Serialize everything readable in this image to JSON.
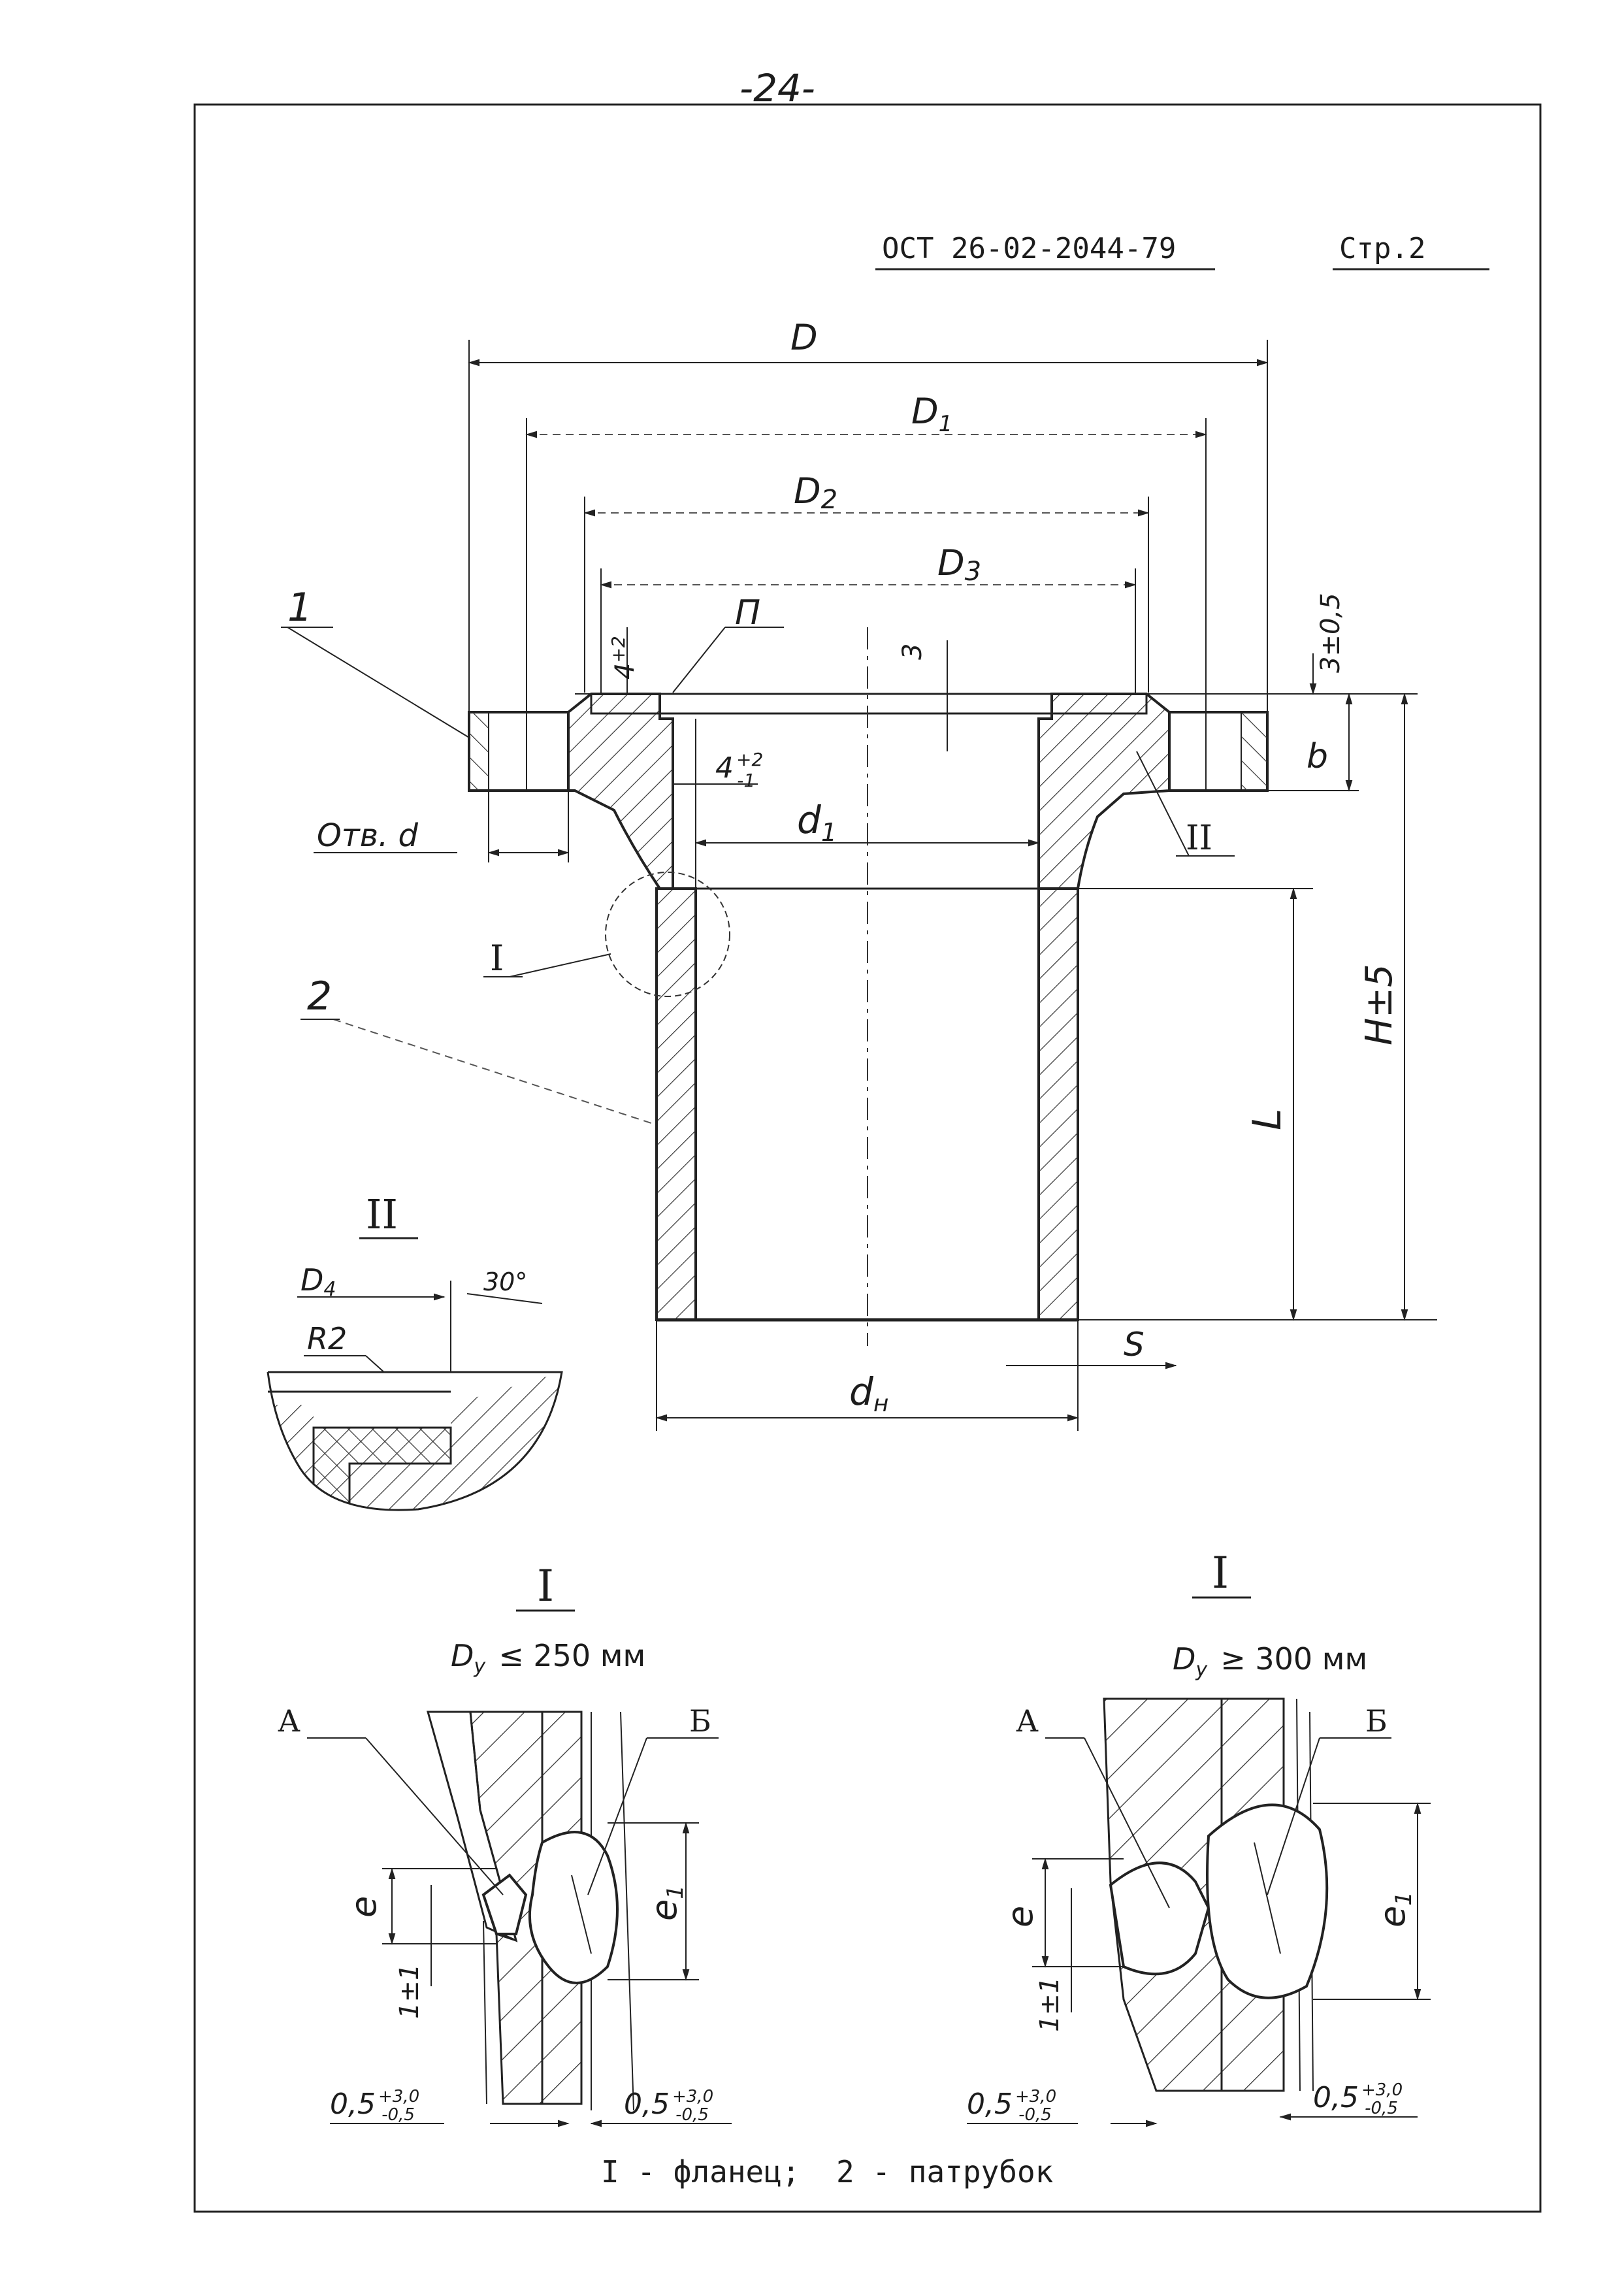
{
  "page_number": "-24-",
  "header": {
    "doc_code": "ОСТ 26-02-2044-79",
    "page_label": "Стр.2"
  },
  "main_view": {
    "dims": {
      "D": "D",
      "D1": "D",
      "D1_sub": "1",
      "D2": "D",
      "D2_sub": "2",
      "D3": "D",
      "D3_sub": "3",
      "four_top": "4",
      "four_top_tol": "+2",
      "four_right": "4",
      "four_right_tol_upper": "+2",
      "four_right_tol_lower": "-1",
      "P": "П",
      "three": "3",
      "three_half": "3±0,5",
      "b": "b",
      "d1": "d",
      "d1_sub": "1",
      "hole_d": "Отв. d",
      "H": "H±5",
      "L": "L",
      "dn": "d",
      "dn_sub": "н",
      "S": "S"
    },
    "callouts": {
      "flange_num": "1",
      "pipe_num": "2",
      "detail_I": "I",
      "detail_II": "II"
    }
  },
  "detail_II": {
    "title": "II",
    "D4": "D",
    "D4_sub": "4",
    "angle": "30°",
    "R2": "R2"
  },
  "detail_left": {
    "title": "I",
    "condition_sym": "D",
    "condition_sub": "у",
    "condition": "≤ 250 мм",
    "A": "А",
    "B": "Б",
    "e": "e",
    "e1": "e",
    "e1_sub": "1",
    "one": "1±1",
    "gap_left": "0,5",
    "gap_left_tol_upper": "+3,0",
    "gap_left_tol_lower": "-0,5",
    "gap_right": "0,5",
    "gap_right_tol_upper": "+3,0",
    "gap_right_tol_lower": "-0,5"
  },
  "detail_right": {
    "title": "I",
    "condition_sym": "D",
    "condition_sub": "у",
    "condition": "≥ 300 мм",
    "A": "А",
    "B": "Б",
    "e": "e",
    "e1": "e",
    "e1_sub": "1",
    "one": "1±1",
    "gap_left": "0,5",
    "gap_left_tol_upper": "+3,0",
    "gap_left_tol_lower": "-0,5",
    "gap_right": "0,5",
    "gap_right_tol_upper": "+3,0",
    "gap_right_tol_lower": "-0,5"
  },
  "legend": "I - фланец;  2 - патрубок"
}
